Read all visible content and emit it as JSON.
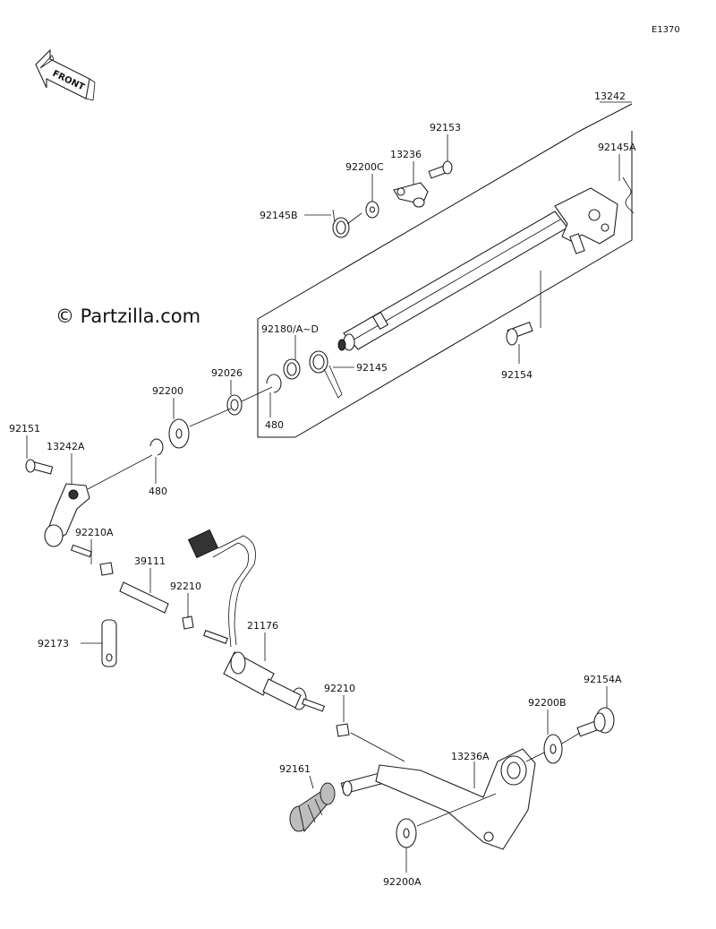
{
  "diagram": {
    "ref_code": "E1370",
    "front_label": "FRONT",
    "watermark": "© Partzilla.com",
    "parts": {
      "p13242": "13242",
      "p92153": "92153",
      "p13236": "13236",
      "p92145A": "92145A",
      "p92200C": "92200C",
      "p92145B": "92145B",
      "p92180": "92180/A~D",
      "p92145": "92145",
      "p92154": "92154",
      "p92026": "92026",
      "p480a": "480",
      "p92200": "92200",
      "p480b": "480",
      "p92151": "92151",
      "p13242A": "13242A",
      "p92210A": "92210A",
      "p39111": "39111",
      "p92210": "92210",
      "p92173": "92173",
      "p21176": "21176",
      "p92210b": "92210",
      "p92154A": "92154A",
      "p92200B": "92200B",
      "p13236A": "13236A",
      "p92161": "92161",
      "p92200A": "92200A"
    }
  }
}
